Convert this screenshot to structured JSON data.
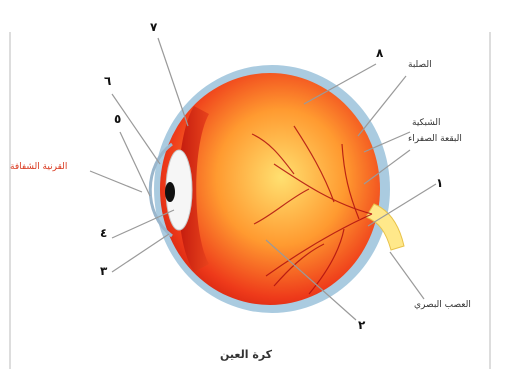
{
  "header": {
    "text": ""
  },
  "labels": {
    "n1": "١",
    "n2": "٢",
    "n3": "٣",
    "n4": "٤",
    "n5": "٥",
    "n6": "٦",
    "n7": "٧",
    "n8": "٨",
    "sclera": "الصلبة",
    "retina": "الشبكية",
    "yellow_spot": "البقعة الصفراء",
    "optic_nerve": "العصب البصري",
    "cornea": "القرنية الشفافة",
    "caption": "كرة العين"
  },
  "colors": {
    "eyeball_center": "#ffd35a",
    "eyeball_edge": "#d91f0e",
    "sclera_ring": "#aacbe0",
    "vessels": "#b01010",
    "optic_nerve": "#ffe88a",
    "lines": "#9a9a9a",
    "red_label": "#d9381e"
  }
}
